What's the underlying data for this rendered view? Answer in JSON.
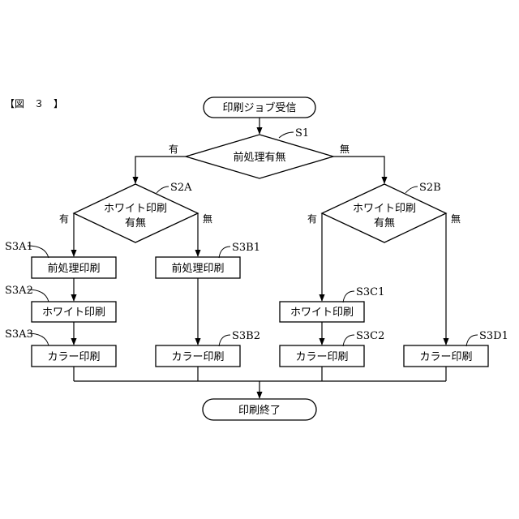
{
  "figure_label": "【図　３　】",
  "nodes": {
    "start": "印刷ジョブ受信",
    "s1_decision": "前処理有無",
    "s2a_decision_line1": "ホワイト印刷",
    "s2a_decision_line2": "有無",
    "s2b_decision_line1": "ホワイト印刷",
    "s2b_decision_line2": "有無",
    "s3a1": "前処理印刷",
    "s3a2": "ホワイト印刷",
    "s3a3": "カラー印刷",
    "s3b1": "前処理印刷",
    "s3b2": "カラー印刷",
    "s3c1": "ホワイト印刷",
    "s3c2": "カラー印刷",
    "s3d1": "カラー印刷",
    "end": "印刷終了"
  },
  "refs": {
    "s1": "S1",
    "s2a": "S2A",
    "s2b": "S2B",
    "s3a1": "S3A1",
    "s3a2": "S3A2",
    "s3a3": "S3A3",
    "s3b1": "S3B1",
    "s3b2": "S3B2",
    "s3c1": "S3C1",
    "s3c2": "S3C2",
    "s3d1": "S3D1"
  },
  "branches": {
    "s1_yes": "有",
    "s1_no": "無",
    "s2a_yes": "有",
    "s2a_no": "無",
    "s2b_yes": "有",
    "s2b_no": "無"
  }
}
